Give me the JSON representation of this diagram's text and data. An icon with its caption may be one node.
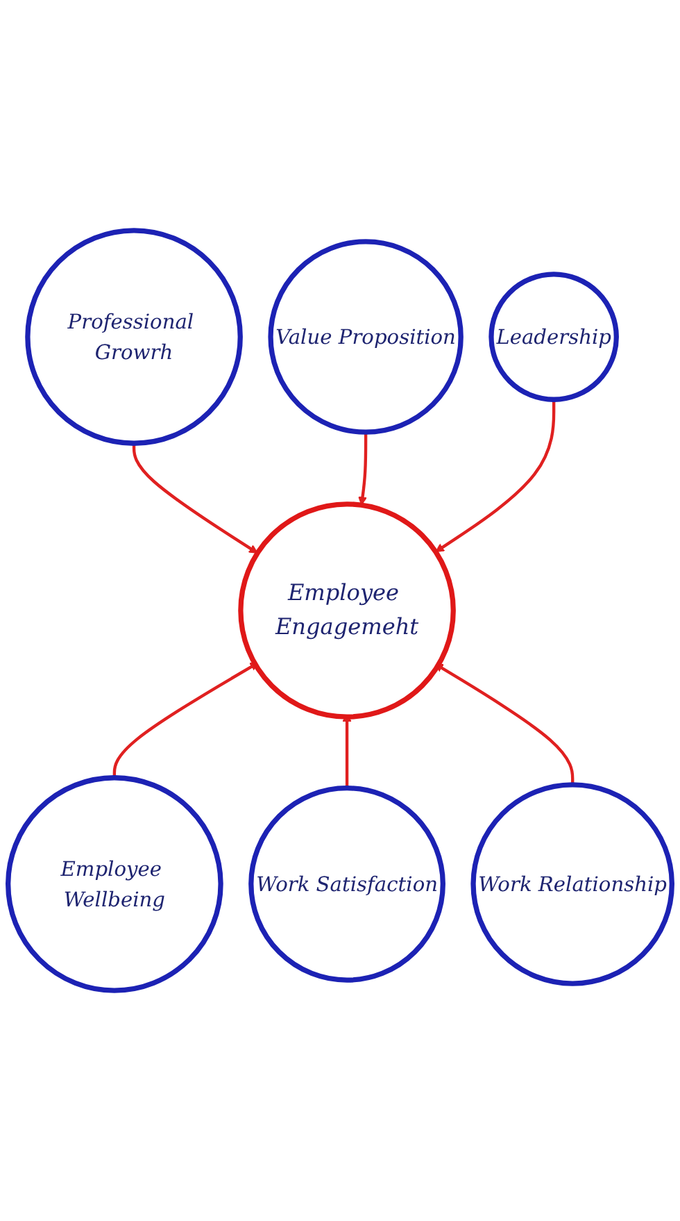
{
  "diagram": {
    "nodes": [
      {
        "text": [
          "Professional Growrh"
        ]
      },
      {
        "text": [
          "Value Proposition"
        ]
      },
      {
        "text": [
          "Leadership"
        ]
      },
      {
        "text": [
          "Employee Engagemeht"
        ]
      },
      {
        "text": [
          "Employee Wellbeing"
        ]
      },
      {
        "text": [
          "Work Satisfaction"
        ]
      },
      {
        "text": [
          "Work Relationship"
        ]
      }
    ],
    "edges": [
      {
        "from": 0,
        "to": 3,
        "arrow": "to"
      },
      {
        "from": 1,
        "to": 3,
        "arrow": "to"
      },
      {
        "from": 2,
        "to": 3,
        "arrow": "to"
      },
      {
        "from": 4,
        "to": 3,
        "arrow": "to"
      },
      {
        "from": 5,
        "to": 3,
        "arrow": "to"
      },
      {
        "from": 6,
        "to": 3,
        "arrow": "to"
      }
    ]
  }
}
